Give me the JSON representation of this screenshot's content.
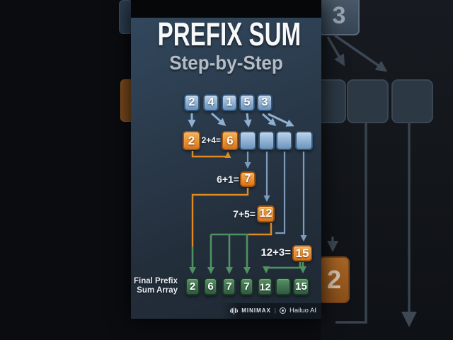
{
  "title": "PREFIX SUM",
  "subtitle": "Step-by-Step",
  "diagram": {
    "input_array": [
      "2",
      "4",
      "1",
      "5",
      "3"
    ],
    "row2": {
      "first": "2",
      "eq": "2+4=",
      "result": "6"
    },
    "step3": {
      "eq": "6+1=",
      "result": "7"
    },
    "step4": {
      "eq": "7+5=",
      "result": "12"
    },
    "step5": {
      "eq": "12+3=",
      "result": "15"
    },
    "final": {
      "label_line1": "Final Prefix",
      "label_line2": "Sum Array",
      "values": [
        "2",
        "6",
        "7",
        "7",
        "12",
        "",
        "15"
      ]
    }
  },
  "footer": {
    "minimax": "MINIMAX",
    "separator": "|",
    "hailuo": "Hailuo AI"
  },
  "background": {
    "top_number": "3",
    "bottom_number": "2"
  },
  "colors": {
    "panel_top": "#33495f",
    "blue_cell": "#6b94bd",
    "orange_cell": "#d9741c",
    "green_cell": "#2f5a40",
    "blue_arrow": "#8fb0d0",
    "orange_arrow": "#e08a20",
    "green_arrow": "#4f9162"
  }
}
